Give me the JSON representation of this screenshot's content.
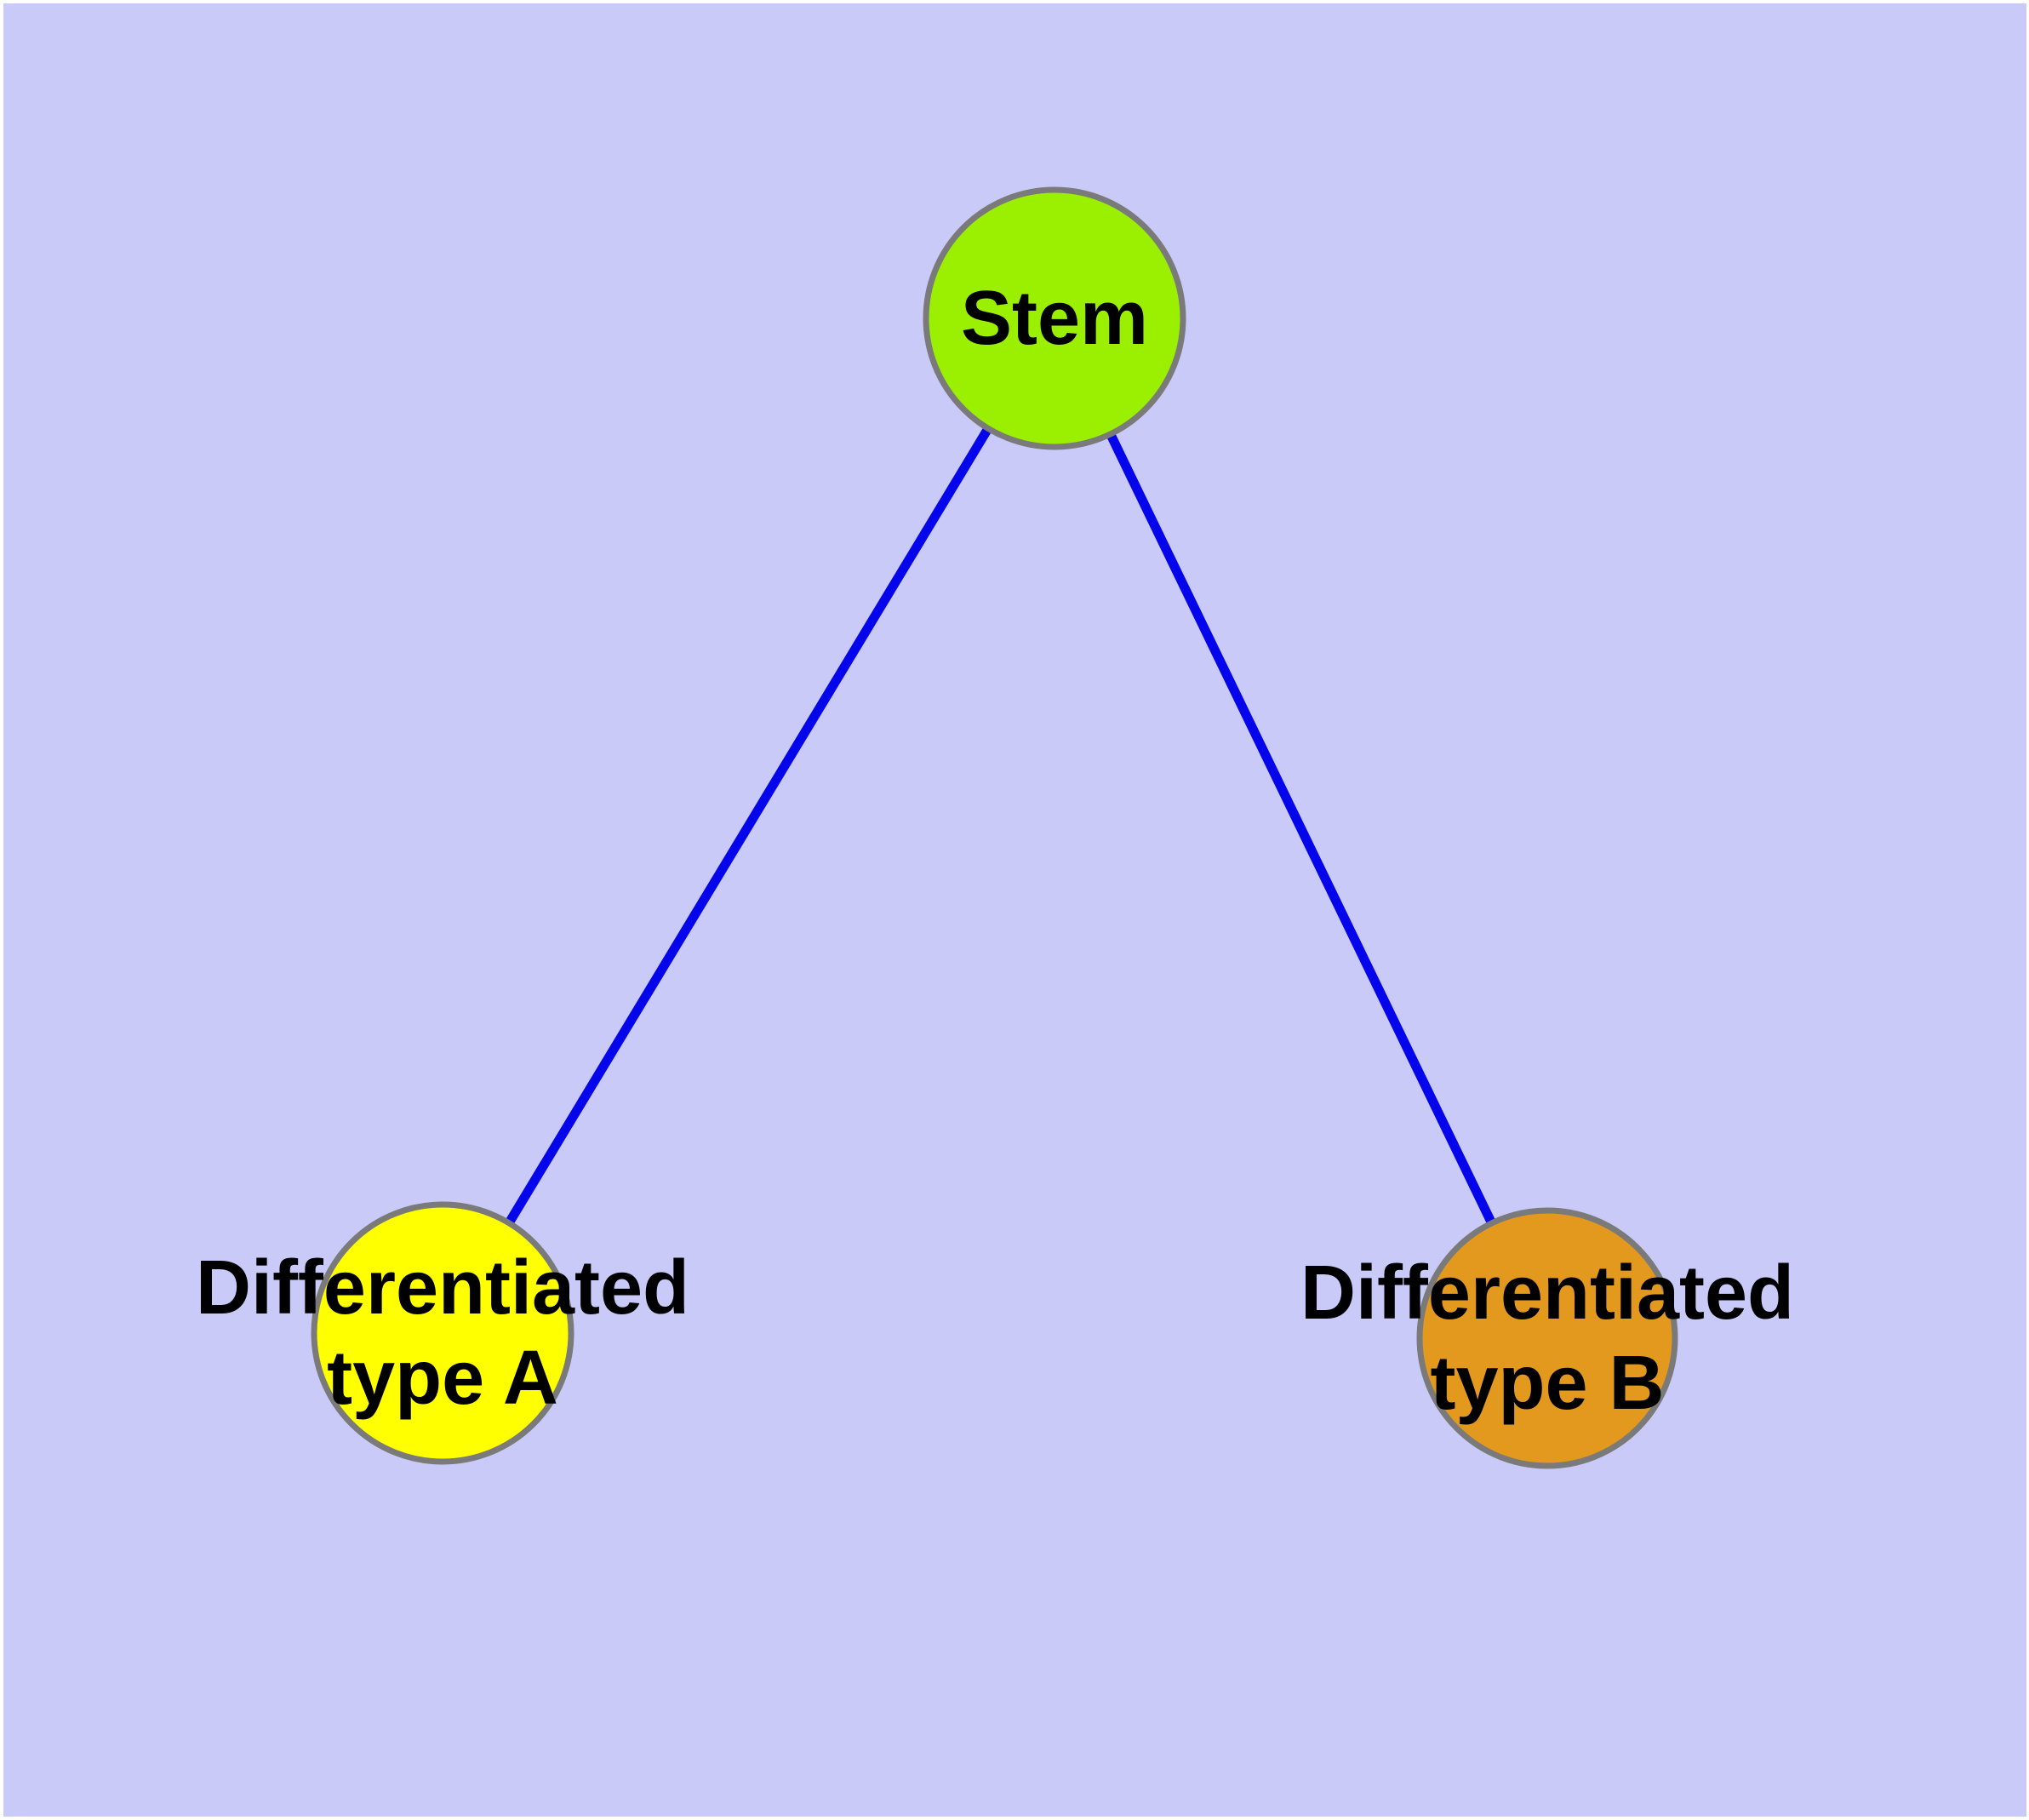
{
  "diagram": {
    "background_color": "#CACAF8",
    "frame_color": "#FFFFFF",
    "edge_color": "#0505EC",
    "node_border_color": "#7A7A7A",
    "label_color": "#000000",
    "nodes": [
      {
        "id": "stem",
        "label": "Stem",
        "fill": "#9AF000"
      },
      {
        "id": "type-a",
        "label_line1": "Differentiated",
        "label_line2": "type A",
        "fill": "#FFFF00"
      },
      {
        "id": "type-b",
        "label_line1": "Differentiated",
        "label_line2": "type B",
        "fill": "#E2991E"
      }
    ],
    "edges": [
      {
        "from": "Stem",
        "to": "Differentiated type A"
      },
      {
        "from": "Stem",
        "to": "Differentiated type B"
      }
    ]
  }
}
